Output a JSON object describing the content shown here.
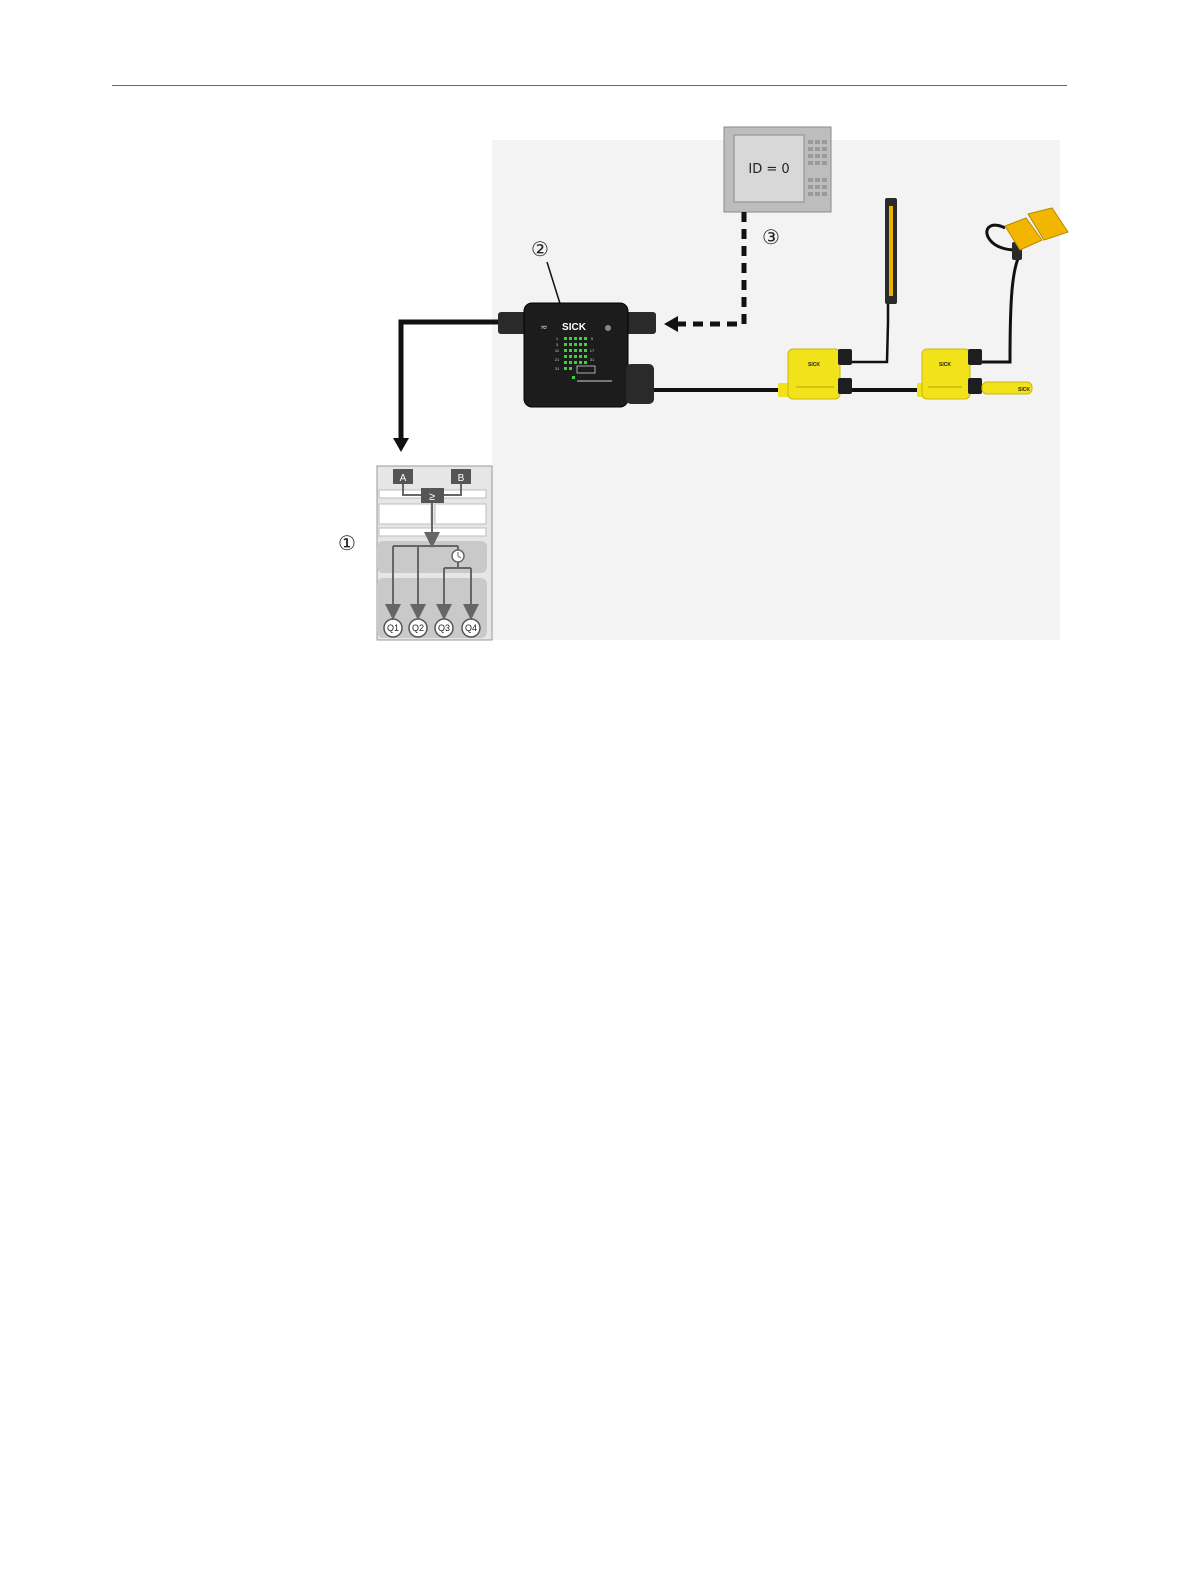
{
  "figure": {
    "callouts": [
      "①",
      "②",
      "③"
    ],
    "hmi": {
      "screen_text": "ID = 0"
    },
    "controller": {
      "brand": "SICK",
      "row_labels_left": [
        "1",
        "3",
        "11",
        "21",
        "31"
      ],
      "row_labels_right": [
        "5",
        "17",
        "31"
      ]
    },
    "sensor_module_brand": "SICK",
    "logic": {
      "input_a": "A",
      "input_b": "B",
      "gate": "≥",
      "timer_icon": "clock-icon",
      "outputs": [
        "Q1",
        "Q2",
        "Q3",
        "Q4"
      ]
    },
    "colors": {
      "header_rule": "#1d7fb8",
      "device_yellow": "#f2e21a",
      "led_green": "#3ad23a",
      "cable": "#222222",
      "hmi_gray": "#b5b5b5"
    }
  }
}
